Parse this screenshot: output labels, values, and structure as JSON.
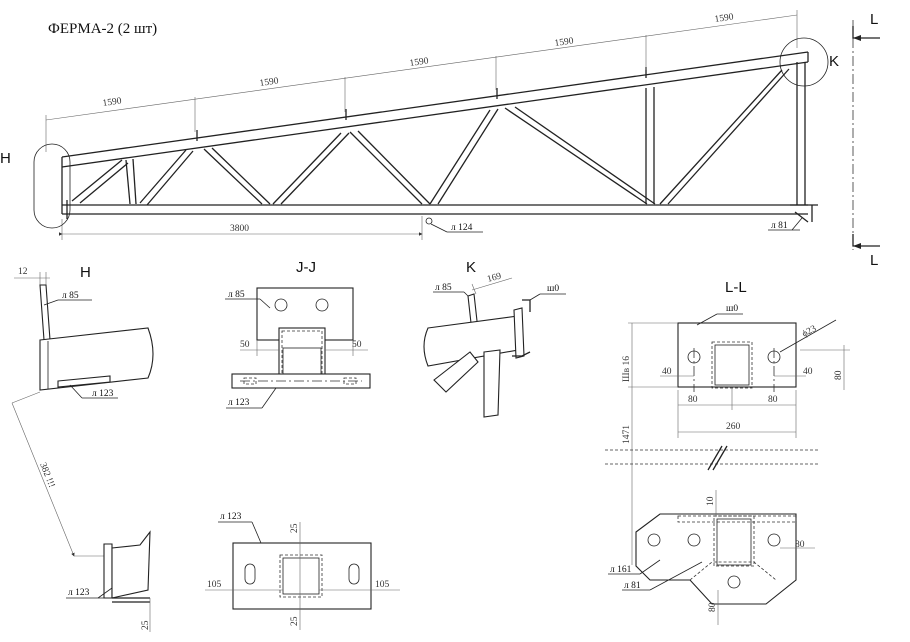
{
  "title": "ФЕРМА-2   (2 шт)",
  "section_labels": {
    "H": "Н",
    "K": "K",
    "L": "L",
    "JJ": "J-J",
    "LL": "L-L"
  },
  "truss": {
    "top_dims": [
      "1590",
      "1590",
      "1590",
      "1590",
      "1590"
    ],
    "bottom_dim": "3800",
    "labels": {
      "l124": "л 124",
      "l81": "л 81"
    }
  },
  "detail_h": {
    "dim_12": "12",
    "l85": "л 85",
    "l123a": "л 123",
    "dim_382": "382 !!!",
    "l123b": "л 123",
    "dim_25": "25"
  },
  "detail_jj": {
    "l85": "л 85",
    "dim_left": "50",
    "dim_right": "50",
    "l123": "л 123"
  },
  "detail_plate": {
    "l123": "л 123",
    "dim_top": "25",
    "dim_bottom": "25",
    "dim_left": "105",
    "dim_right": "105"
  },
  "detail_k": {
    "dim_169": "169",
    "l85": "л 85",
    "sh0": "ш0"
  },
  "detail_ll": {
    "sh0": "ш0",
    "dia": "ϕ23",
    "shv16": "Шв 16",
    "d40a": "40",
    "d40b": "40",
    "d80a": "80",
    "d80b": "80",
    "d80c": "80",
    "d260": "260",
    "d1471": "1471",
    "d10": "10",
    "d80d": "80",
    "d80e": "80",
    "l161": "л 161",
    "l81": "л 81"
  }
}
